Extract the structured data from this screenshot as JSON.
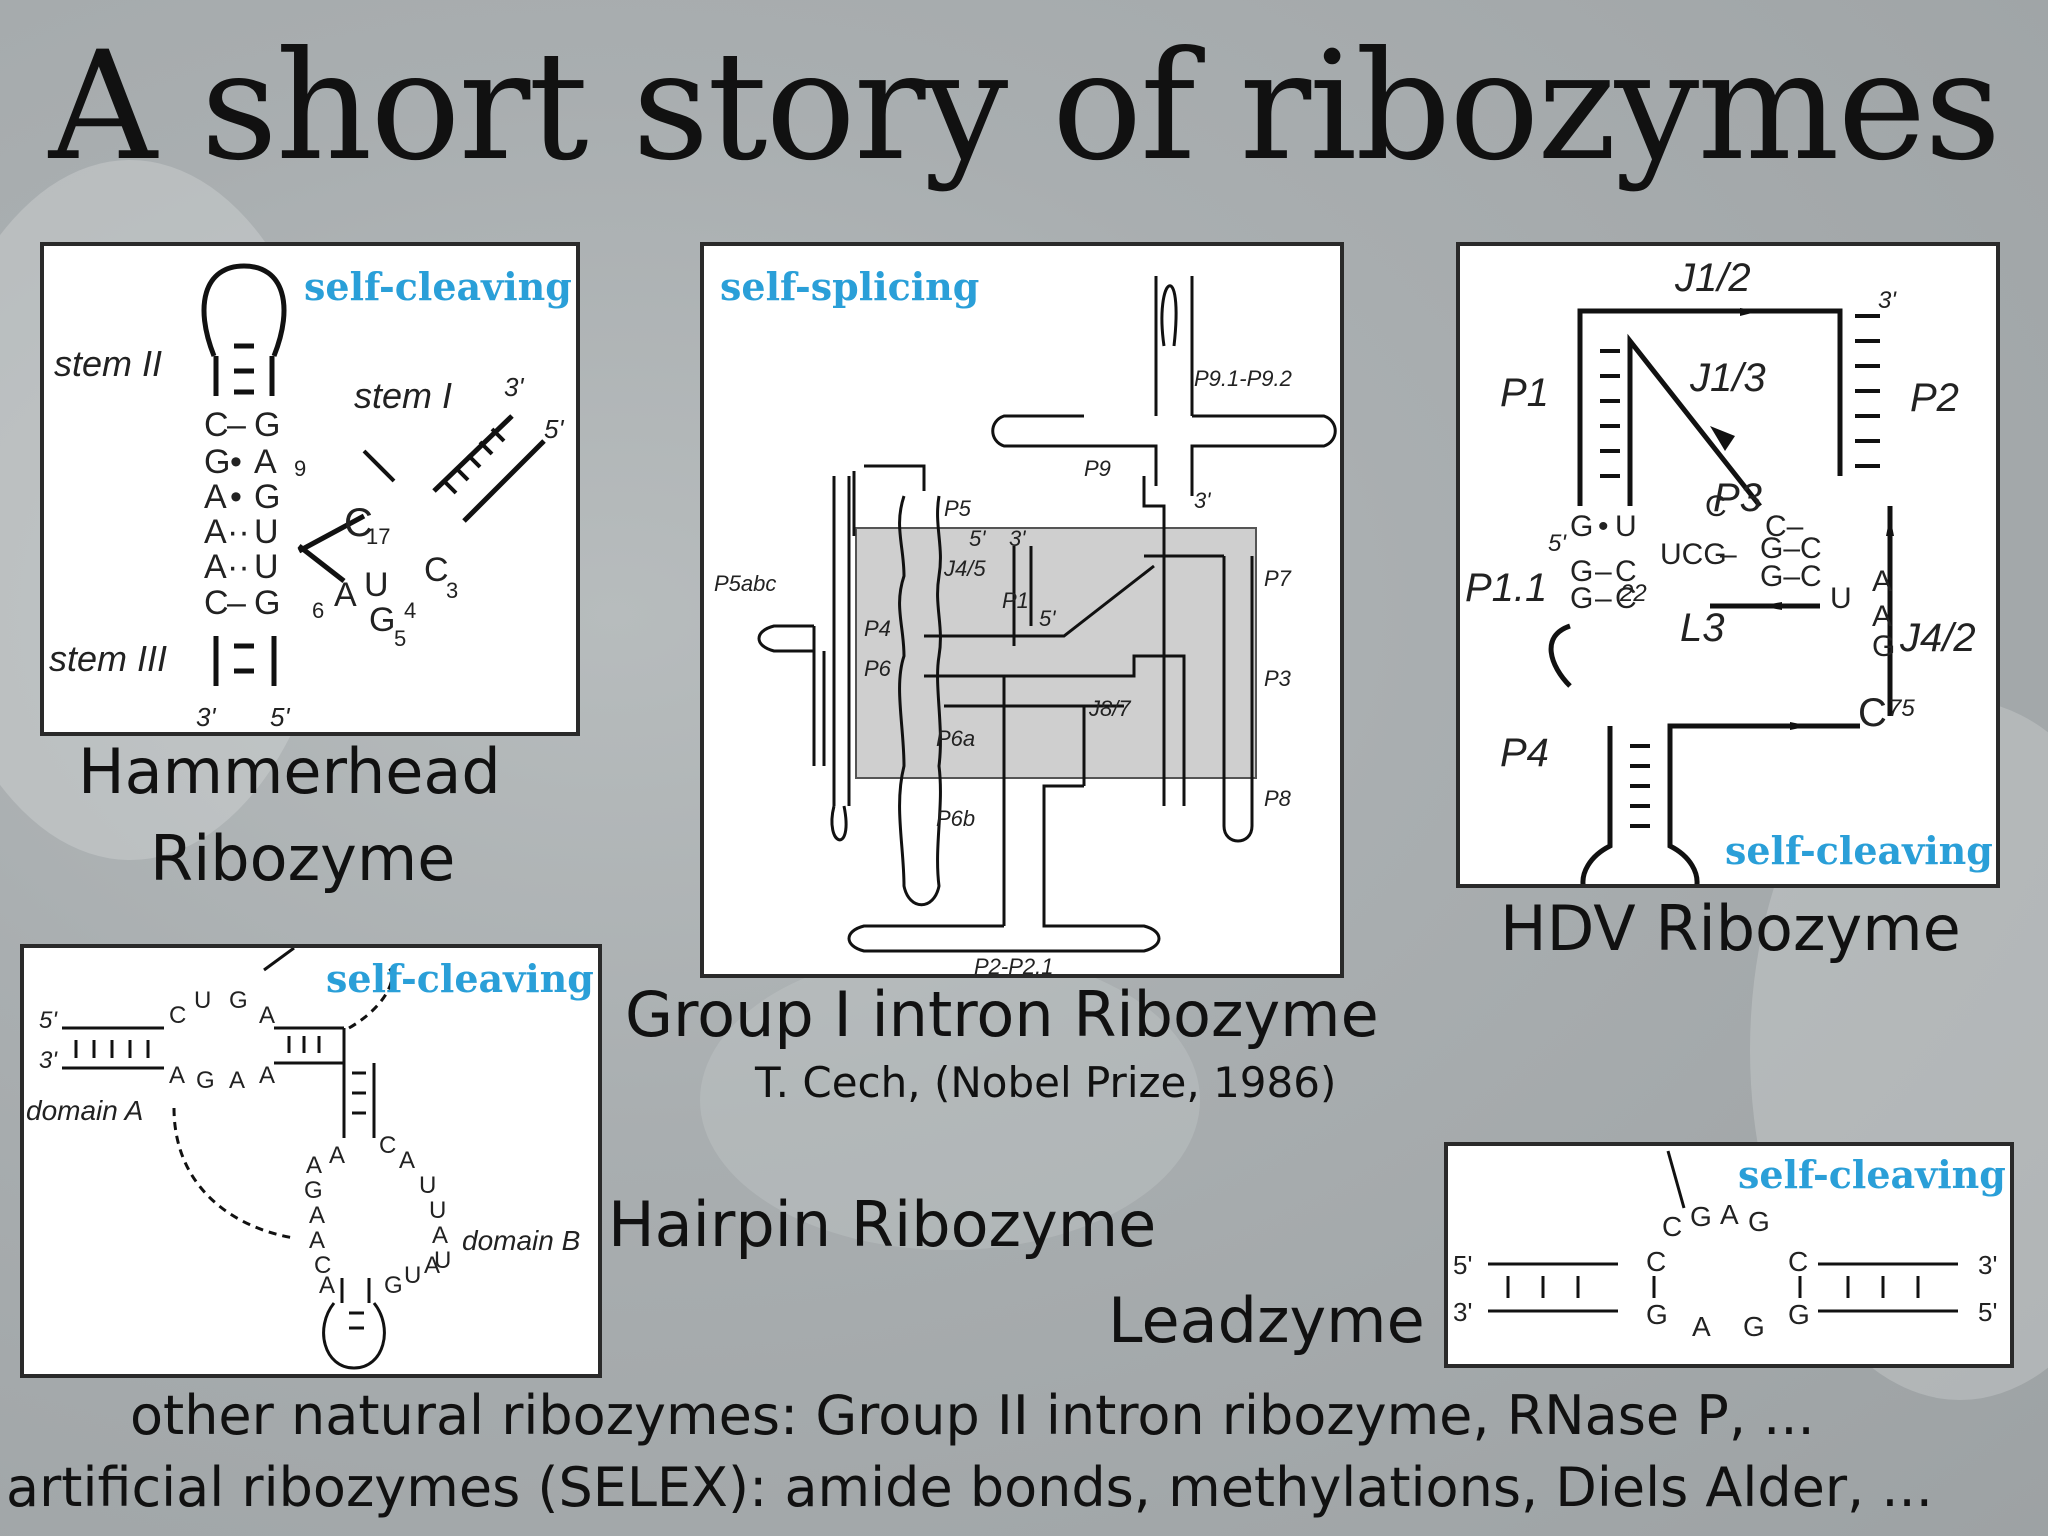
{
  "title": "A short story of ribozymes",
  "panels": {
    "hammerhead": {
      "tag": "self-cleaving",
      "labels": {
        "stem2": "stem II",
        "stem1": "stem I",
        "stem3": "stem III",
        "p3": "3'",
        "p5": "5'",
        "b3": "3'",
        "b5": "5'"
      }
    },
    "group1": {
      "tag": "self-splicing",
      "labels": {
        "p91": "P9.1-P9.2",
        "p9": "P9",
        "p3r": "3'",
        "p5": "P5",
        "p5abc": "P5abc",
        "j45": "J4/5",
        "p4": "P4",
        "p6": "P6",
        "p6a": "P6a",
        "p6b": "P6b",
        "p1": "P1",
        "p7": "P7",
        "p3": "P3",
        "j87": "J8/7",
        "p8": "P8",
        "p22": "P2-P2.1",
        "s5": "5'",
        "s3": "3'",
        "s5b": "5'"
      }
    },
    "hdv": {
      "tag": "self-cleaving",
      "labels": {
        "j12": "J1/2",
        "j13": "J1/3",
        "p1": "P1",
        "p2": "P2",
        "p3": "P3",
        "p11": "P1.1",
        "l3": "L3",
        "j42": "J4/2",
        "p4": "P4",
        "c75": "C",
        "n75": "75",
        "n22": "22",
        "t3": "3'",
        "t5": "5'"
      }
    },
    "hairpin": {
      "tag": "self-cleaving",
      "labels": {
        "domA": "domain A",
        "domB": "domain B",
        "p5": "5'",
        "p3": "3'"
      }
    },
    "leadzyme": {
      "tag": "self-cleaving",
      "labels": {
        "l5": "5'",
        "l3": "3'",
        "r3": "3'",
        "r5": "5'"
      }
    }
  },
  "captions": {
    "hammerhead_line1": "Hammerhead",
    "hammerhead_line2": "Ribozyme",
    "group1": "Group I intron Ribozyme",
    "group1_sub": "T. Cech, (Nobel Prize, 1986)",
    "hdv": "HDV Ribozyme",
    "hairpin": "Hairpin Ribozyme",
    "leadzyme": "Leadzyme",
    "footer1": "other natural ribozymes: Group II intron ribozyme, RNase P, ...",
    "footer2": "artificial ribozymes (SELEX): amide bonds, methylations, Diels Alder, ..."
  }
}
